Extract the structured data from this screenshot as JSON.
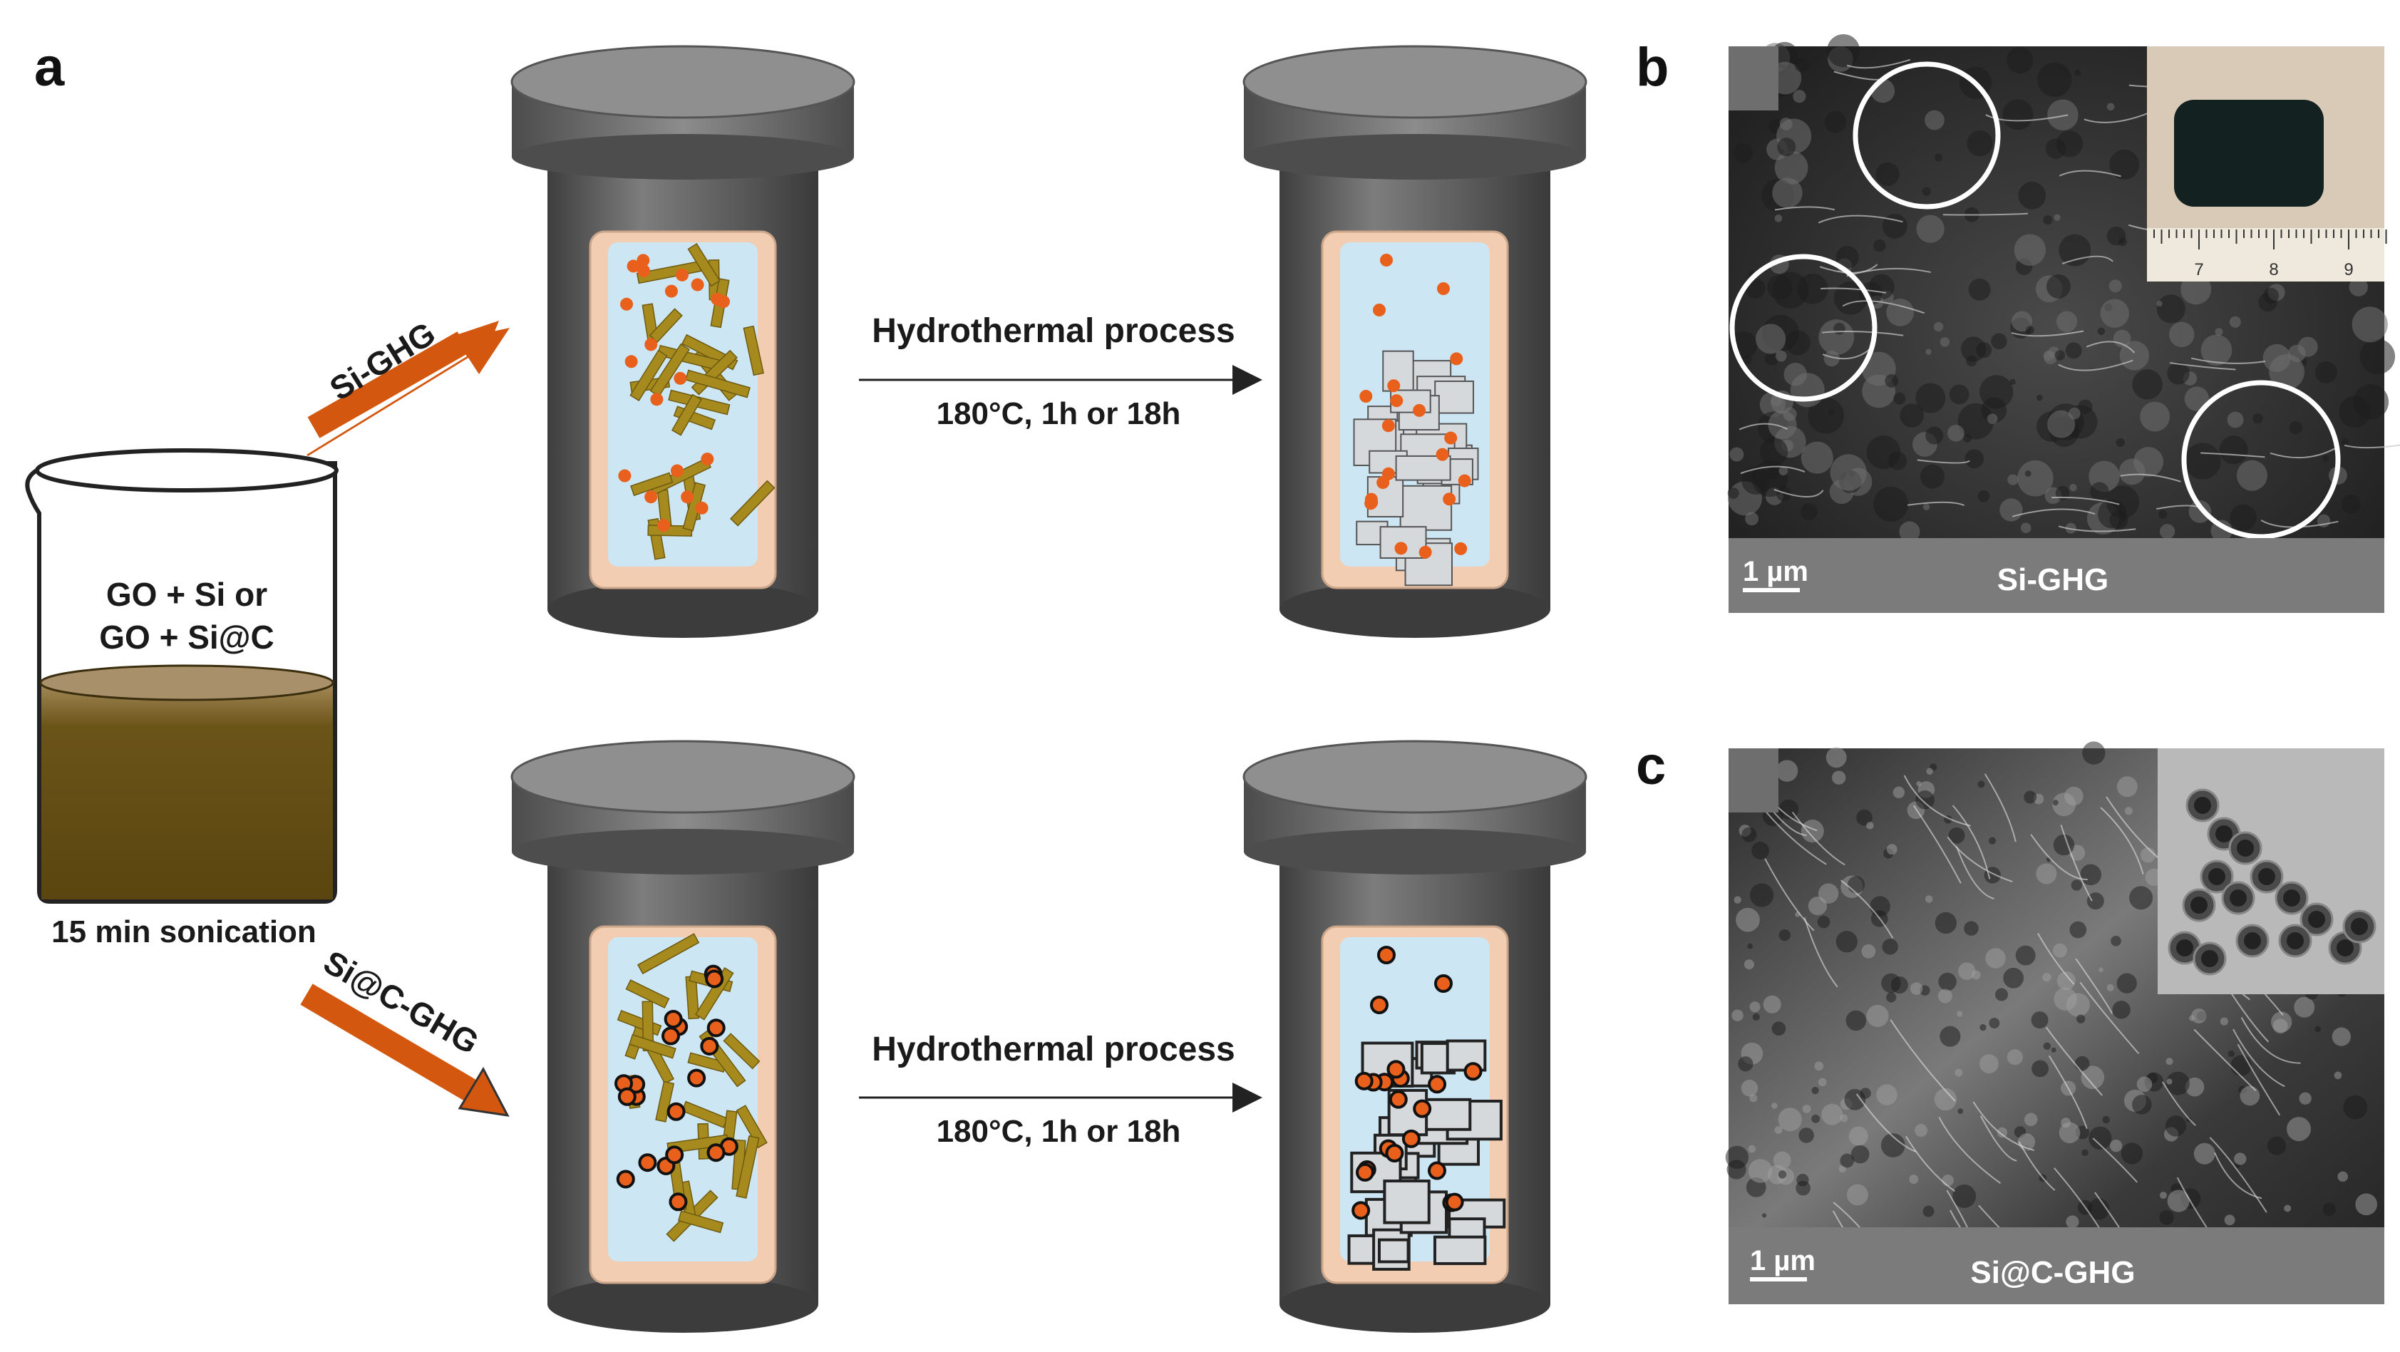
{
  "panels": {
    "a": "a",
    "b": "b",
    "c": "c"
  },
  "beaker": {
    "line1": "GO + Si or",
    "line2": "GO + Si@C",
    "caption": "15 min sonication"
  },
  "routes": {
    "top": "Si-GHG",
    "bottom": "Si@C-GHG"
  },
  "process": {
    "top_title": "Hydrothermal process",
    "top_conditions": "180°C, 1h or 18h",
    "bottom_title": "Hydrothermal process",
    "bottom_conditions": "180°C, 1h or 18h"
  },
  "sem_b": {
    "scale": "1 µm",
    "caption": "Si-GHG",
    "ruler_ticks": [
      "7",
      "8",
      "9"
    ]
  },
  "sem_c": {
    "scale": "1 µm",
    "caption": "Si@C-GHG"
  },
  "colors": {
    "arrow": "#d4570f",
    "particle": "#e8601c",
    "sheet": "#a68a1e",
    "liquid": "#cde6f3",
    "liner": "#f2cdb1",
    "vessel": "#5e5e5e",
    "lid": "#7a7a7a",
    "beaker_fluid": "#6b5418"
  }
}
